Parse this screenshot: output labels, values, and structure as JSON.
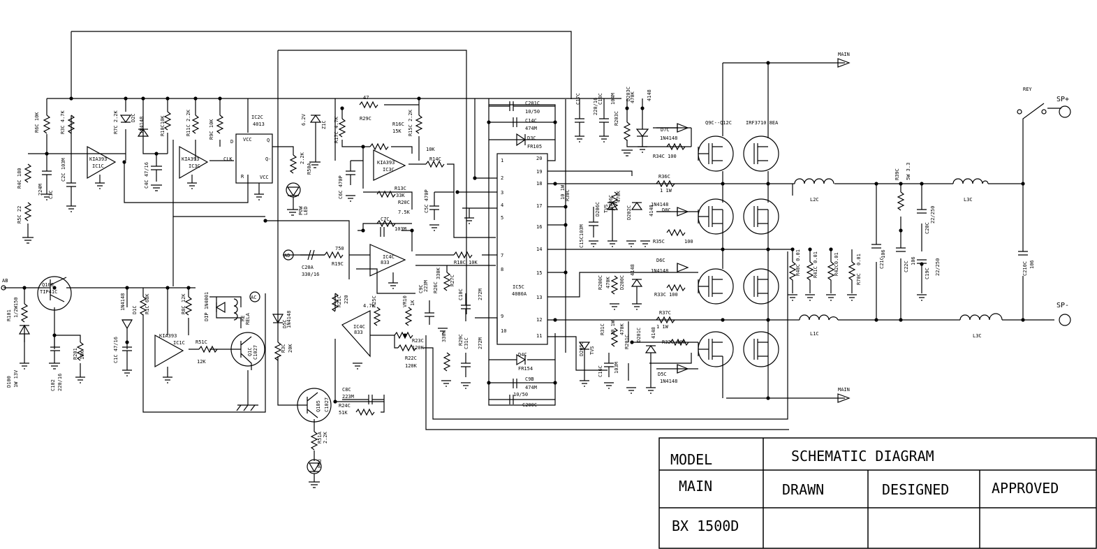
{
  "title_block": {
    "model_label": "MODEL",
    "title": "SCHEMATIC DIAGRAM",
    "board": "MAIN",
    "drawn": "DRAWN",
    "designed": "DESIGNED",
    "approved": "APPROVED",
    "model_number": "BX 1500D"
  },
  "terminals": {
    "input": "AB",
    "ad": "AD",
    "ac": "AC",
    "main_top": "MAIN",
    "main_bottom": "MAIN",
    "sp_plus": "SP+",
    "sp_minus": "SP-",
    "relay": "REY"
  },
  "ics": {
    "ic1": {
      "name": "KIA393",
      "ref": "IC1C"
    },
    "ic2": {
      "name": "KIA393",
      "ref": "IC3C"
    },
    "ic3": {
      "name": "KIA393",
      "ref": "IC3C"
    },
    "ic4": {
      "name": "KIA393",
      "ref": "IC1C"
    },
    "ic5": {
      "name": "833",
      "ref": "IC4C"
    },
    "ic6": {
      "name": "833",
      "ref": "IC4C"
    },
    "flipflop": {
      "ref": "IC2C",
      "part": "4013",
      "vcc": "VCC",
      "d": "D",
      "clk": "CLK",
      "q": "Q",
      "qn": "Q-",
      "r": "R"
    },
    "driver": {
      "ref": "IC5C",
      "part": "4080A"
    }
  },
  "driver_pins_left": [
    "1",
    "2",
    "3",
    "4",
    "5",
    "7",
    "8",
    "9",
    "10"
  ],
  "driver_pins_right": [
    "20",
    "19",
    "18",
    "17",
    "16",
    "14",
    "15",
    "13",
    "12",
    "11"
  ],
  "labels": [
    {
      "id": "r6c",
      "text": "R6C 10K"
    },
    {
      "id": "r3c",
      "text": "R3C 4.7K"
    },
    {
      "id": "r7c",
      "text": "R7C 2.2K"
    },
    {
      "id": "d2c",
      "text": "D2C"
    },
    {
      "id": "d2c-p",
      "text": "1N4148"
    },
    {
      "id": "r10c",
      "text": "R10C10K"
    },
    {
      "id": "r11c",
      "text": "R11C 2.2K"
    },
    {
      "id": "r9c",
      "text": "R9C 10K"
    },
    {
      "id": "r50a",
      "text": "R50A"
    },
    {
      "id": "r50a-v",
      "text": "2.2K"
    },
    {
      "id": "pow",
      "text": "POW"
    },
    {
      "id": "led",
      "text": "LED"
    },
    {
      "id": "r4c",
      "text": "R4C 180"
    },
    {
      "id": "r5c",
      "text": "R5C 22"
    },
    {
      "id": "c2c",
      "text": "C2C 103M"
    },
    {
      "id": "c3c",
      "text": "C3C"
    },
    {
      "id": "c3c-v",
      "text": "224M"
    },
    {
      "id": "c4c",
      "text": "C4C 47/16"
    },
    {
      "id": "z1c",
      "text": "Z1C"
    },
    {
      "id": "z1c-v",
      "text": "6.2V"
    },
    {
      "id": "r17c",
      "text": "R17C 4.7K"
    },
    {
      "id": "r29c",
      "text": "R29C"
    },
    {
      "id": "r29c-v",
      "text": "47"
    },
    {
      "id": "r16c",
      "text": "R16C"
    },
    {
      "id": "r16c-v",
      "text": "15K"
    },
    {
      "id": "r15c",
      "text": "R15C 2.2K"
    },
    {
      "id": "r14c",
      "text": "R14C"
    },
    {
      "id": "r14c-v",
      "text": "10K"
    },
    {
      "id": "r13c",
      "text": "R13C"
    },
    {
      "id": "r13c-v",
      "text": "33K"
    },
    {
      "id": "c6c",
      "text": "C6C 470P"
    },
    {
      "id": "c5c",
      "text": "C5C 470P"
    },
    {
      "id": "r20c",
      "text": "R20C"
    },
    {
      "id": "r20c-v",
      "text": "7.5K"
    },
    {
      "id": "c7c",
      "text": "C7C"
    },
    {
      "id": "c7c-v",
      "text": "103M"
    },
    {
      "id": "c20a",
      "text": "C20A"
    },
    {
      "id": "c20a-v",
      "text": "330/16"
    },
    {
      "id": "r19c",
      "text": "R19C"
    },
    {
      "id": "r19c-v",
      "text": "750"
    },
    {
      "id": "r18c",
      "text": "R18C 10K"
    },
    {
      "id": "c201c",
      "text": "C201C"
    },
    {
      "id": "c201c-v",
      "text": "10/50"
    },
    {
      "id": "c14c",
      "text": "C14C"
    },
    {
      "id": "c14c-v",
      "text": "474M"
    },
    {
      "id": "d3c",
      "text": "D3C"
    },
    {
      "id": "d3c-p",
      "text": "FR105"
    },
    {
      "id": "c17c",
      "text": "C17C"
    },
    {
      "id": "c17c-v",
      "text": "220/16"
    },
    {
      "id": "c18c",
      "text": "C18C"
    },
    {
      "id": "c18c-v",
      "text": "104M"
    },
    {
      "id": "d203c",
      "text": "D203C"
    },
    {
      "id": "d203c-p",
      "text": "4148"
    },
    {
      "id": "r203c",
      "text": "R203C"
    },
    {
      "id": "r203c-v",
      "text": "470K"
    },
    {
      "id": "d7c",
      "text": "D7C"
    },
    {
      "id": "d7c-p",
      "text": "1N4148"
    },
    {
      "id": "r34c",
      "text": "R34C 100"
    },
    {
      "id": "q9c",
      "text": "Q9C--Q12C"
    },
    {
      "id": "irf",
      "text": "IRF3710 8EA"
    },
    {
      "id": "r36c",
      "text": "R36C"
    },
    {
      "id": "r36c-v",
      "text": "1   1W"
    },
    {
      "id": "r30c",
      "text": "R30C"
    },
    {
      "id": "r30c-v",
      "text": "10 1W"
    },
    {
      "id": "d206c",
      "text": "D206C"
    },
    {
      "id": "d206c-p",
      "text": "TVS"
    },
    {
      "id": "r206c",
      "text": "R206C"
    },
    {
      "id": "r206c-v",
      "text": "470K"
    },
    {
      "id": "d202c",
      "text": "D202C"
    },
    {
      "id": "d202c-p",
      "text": "4148"
    },
    {
      "id": "c15c",
      "text": "C15C103M"
    },
    {
      "id": "d8c",
      "text": "D8C"
    },
    {
      "id": "d8c-p",
      "text": "1N4148"
    },
    {
      "id": "r35c",
      "text": "R35C"
    },
    {
      "id": "r35c-v",
      "text": "100"
    },
    {
      "id": "l2c",
      "text": "L2C"
    },
    {
      "id": "r39c",
      "text": "R39C"
    },
    {
      "id": "r39c-v",
      "text": "5W 3.3"
    },
    {
      "id": "l3c-top",
      "text": "L3C"
    },
    {
      "id": "c20c",
      "text": "C20C"
    },
    {
      "id": "c20c-v",
      "text": "22/250"
    },
    {
      "id": "c21c",
      "text": "C21C"
    },
    {
      "id": "c21c-v",
      "text": "106"
    },
    {
      "id": "c22c",
      "text": "C22C"
    },
    {
      "id": "c22c-v",
      "text": "106"
    },
    {
      "id": "c19c",
      "text": "C19C"
    },
    {
      "id": "c19c-v",
      "text": "22/250"
    },
    {
      "id": "c210c",
      "text": "C210C"
    },
    {
      "id": "c210c-v",
      "text": "106"
    },
    {
      "id": "r40c",
      "text": "R40C 0.01"
    },
    {
      "id": "r41c",
      "text": "R41C 0.01"
    },
    {
      "id": "r42c",
      "text": "R42C0.01"
    },
    {
      "id": "r70c",
      "text": "R70C"
    },
    {
      "id": "r70c-v",
      "text": "0.01"
    },
    {
      "id": "r200c",
      "text": "R200C"
    },
    {
      "id": "r200c-v",
      "text": "470K"
    },
    {
      "id": "d200c",
      "text": "D200C"
    },
    {
      "id": "d200c-p",
      "text": "4148"
    },
    {
      "id": "d6c",
      "text": "D6C"
    },
    {
      "id": "d6c-p",
      "text": "1N4148"
    },
    {
      "id": "r33c",
      "text": "R33C 100"
    },
    {
      "id": "r37c",
      "text": "R37C"
    },
    {
      "id": "r37c-v",
      "text": "1   1W"
    },
    {
      "id": "l1c",
      "text": "L1C"
    },
    {
      "id": "l3c-bot",
      "text": "L3C"
    },
    {
      "id": "r31c",
      "text": "R31C"
    },
    {
      "id": "r31c-v",
      "text": "10   1W"
    },
    {
      "id": "d205c",
      "text": "D205C"
    },
    {
      "id": "d205c-p",
      "text": "TVS"
    },
    {
      "id": "c16c",
      "text": "C16C"
    },
    {
      "id": "c16c-v",
      "text": "103M"
    },
    {
      "id": "r201c",
      "text": "R201C"
    },
    {
      "id": "r201c-v",
      "text": "470K"
    },
    {
      "id": "d201c",
      "text": "D201C"
    },
    {
      "id": "d201c-p",
      "text": "4148"
    },
    {
      "id": "r32c",
      "text": "R32C 100"
    },
    {
      "id": "d5c",
      "text": "D5C"
    },
    {
      "id": "d5c-p",
      "text": "1N4148"
    },
    {
      "id": "d4c",
      "text": "D4C"
    },
    {
      "id": "d4c-p",
      "text": "FR154"
    },
    {
      "id": "c9b",
      "text": "C9B"
    },
    {
      "id": "c9b-v",
      "text": "474M"
    },
    {
      "id": "c200c",
      "text": "C200C"
    },
    {
      "id": "c200c-v",
      "text": "10/50"
    },
    {
      "id": "c9c",
      "text": "C9C"
    },
    {
      "id": "c9c-v",
      "text": "223M"
    },
    {
      "id": "r26c",
      "text": "R26C"
    },
    {
      "id": "r26c-v",
      "text": "330K"
    },
    {
      "id": "r27c",
      "text": "R27C"
    },
    {
      "id": "c10c",
      "text": "C10C"
    },
    {
      "id": "c10c-v",
      "text": "272M"
    },
    {
      "id": "r29c2",
      "text": "R29C"
    },
    {
      "id": "r29c2-v",
      "text": "330K"
    },
    {
      "id": "c31c",
      "text": "C31C"
    },
    {
      "id": "c31c-v",
      "text": "272M"
    },
    {
      "id": "r21c",
      "text": "R21C"
    },
    {
      "id": "r21c-v",
      "text": "220"
    },
    {
      "id": "r25c",
      "text": "R25C"
    },
    {
      "id": "r25c-v",
      "text": "4.7K"
    },
    {
      "id": "vr10",
      "text": "VR10"
    },
    {
      "id": "vr10-v",
      "text": "1K"
    },
    {
      "id": "r23c",
      "text": "R23C"
    },
    {
      "id": "r23c-v",
      "text": "120K"
    },
    {
      "id": "r22c",
      "text": "R22C"
    },
    {
      "id": "r22c-v",
      "text": "120K"
    },
    {
      "id": "c8c",
      "text": "C8C"
    },
    {
      "id": "c8c-v",
      "text": "223M"
    },
    {
      "id": "r24c",
      "text": "R24C"
    },
    {
      "id": "r24c-v",
      "text": "51K"
    },
    {
      "id": "q100",
      "text": "Q100"
    },
    {
      "id": "q100-p",
      "text": "TIP41C"
    },
    {
      "id": "r101",
      "text": "R101"
    },
    {
      "id": "r101-v",
      "text": "1/2W150"
    },
    {
      "id": "d100",
      "text": "D100"
    },
    {
      "id": "d100-v",
      "text": "1W 13V"
    },
    {
      "id": "c102",
      "text": "C102"
    },
    {
      "id": "c102-v",
      "text": "220/16"
    },
    {
      "id": "r201",
      "text": "R201"
    },
    {
      "id": "r201-v",
      "text": "10K"
    },
    {
      "id": "d1c",
      "text": "D1C"
    },
    {
      "id": "d1c-p",
      "text": "1N4148"
    },
    {
      "id": "r1c",
      "text": "R1C 68K"
    },
    {
      "id": "r8c",
      "text": "R8C 12K"
    },
    {
      "id": "c1c",
      "text": "C1C 47/16"
    },
    {
      "id": "r51c",
      "text": "R51C"
    },
    {
      "id": "r51c-v",
      "text": "12K"
    },
    {
      "id": "dip",
      "text": "DIP 1N4001"
    },
    {
      "id": "re",
      "text": "RE"
    },
    {
      "id": "rela",
      "text": "RELA"
    },
    {
      "id": "q1c",
      "text": "Q1C"
    },
    {
      "id": "q1c-p",
      "text": "C1027"
    },
    {
      "id": "d5c2",
      "text": "D5C"
    },
    {
      "id": "d5c2-p",
      "text": "1N4148"
    },
    {
      "id": "r3c2",
      "text": "R3C"
    },
    {
      "id": "r3c2-v",
      "text": "20K"
    },
    {
      "id": "q105",
      "text": "Q105"
    },
    {
      "id": "q105-p",
      "text": "C1027"
    },
    {
      "id": "r51a",
      "text": "R51A"
    },
    {
      "id": "r51a-v",
      "text": "2.2K"
    },
    {
      "id": "pro",
      "text": "PRO"
    }
  ]
}
